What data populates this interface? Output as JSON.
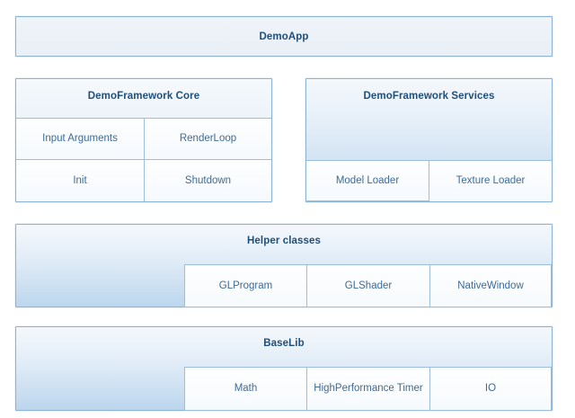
{
  "diagram": {
    "type": "layered-architecture-block-diagram",
    "background": "#FFFFFF",
    "colors": {
      "border": "#8DB3D4",
      "cell_border": "#9CBDDC",
      "title_text": "#1F4E79",
      "cell_text": "#3E6A96",
      "gradient_top": "#F4F8FC",
      "gradient_bottom": "#BCD6EE",
      "plain_fill": "#EDF2F8"
    },
    "layers": [
      {
        "id": "demoapp",
        "title": "DemoApp",
        "children": []
      },
      {
        "id": "demoframework-core",
        "title": "DemoFramework Core",
        "children": [
          "Input Arguments",
          "RenderLoop",
          "Init",
          "Shutdown"
        ]
      },
      {
        "id": "demoframework-services",
        "title": "DemoFramework Services",
        "children": [
          "Model Loader",
          "Texture Loader"
        ]
      },
      {
        "id": "helper-classes",
        "title": "Helper classes",
        "children": [
          "GLProgram",
          "GLShader",
          "NativeWindow"
        ]
      },
      {
        "id": "baselib",
        "title": "BaseLib",
        "children": [
          "Math",
          "HighPerformance Timer",
          "IO"
        ]
      }
    ]
  },
  "demoapp": {
    "title": "DemoApp"
  },
  "core": {
    "title": "DemoFramework Core",
    "cells": [
      {
        "label": "Input Arguments"
      },
      {
        "label": "RenderLoop"
      },
      {
        "label": "Init"
      },
      {
        "label": "Shutdown"
      }
    ]
  },
  "services": {
    "title": "DemoFramework Services",
    "cells": [
      {
        "label": "Model Loader"
      },
      {
        "label": "Texture Loader"
      }
    ]
  },
  "helper": {
    "title": "Helper classes",
    "cells": [
      {
        "label": "GLProgram"
      },
      {
        "label": "GLShader"
      },
      {
        "label": "NativeWindow"
      }
    ]
  },
  "baselib": {
    "title": "BaseLib",
    "cells": [
      {
        "label": "Math"
      },
      {
        "label": "HighPerformance Timer"
      },
      {
        "label": "IO"
      }
    ]
  }
}
